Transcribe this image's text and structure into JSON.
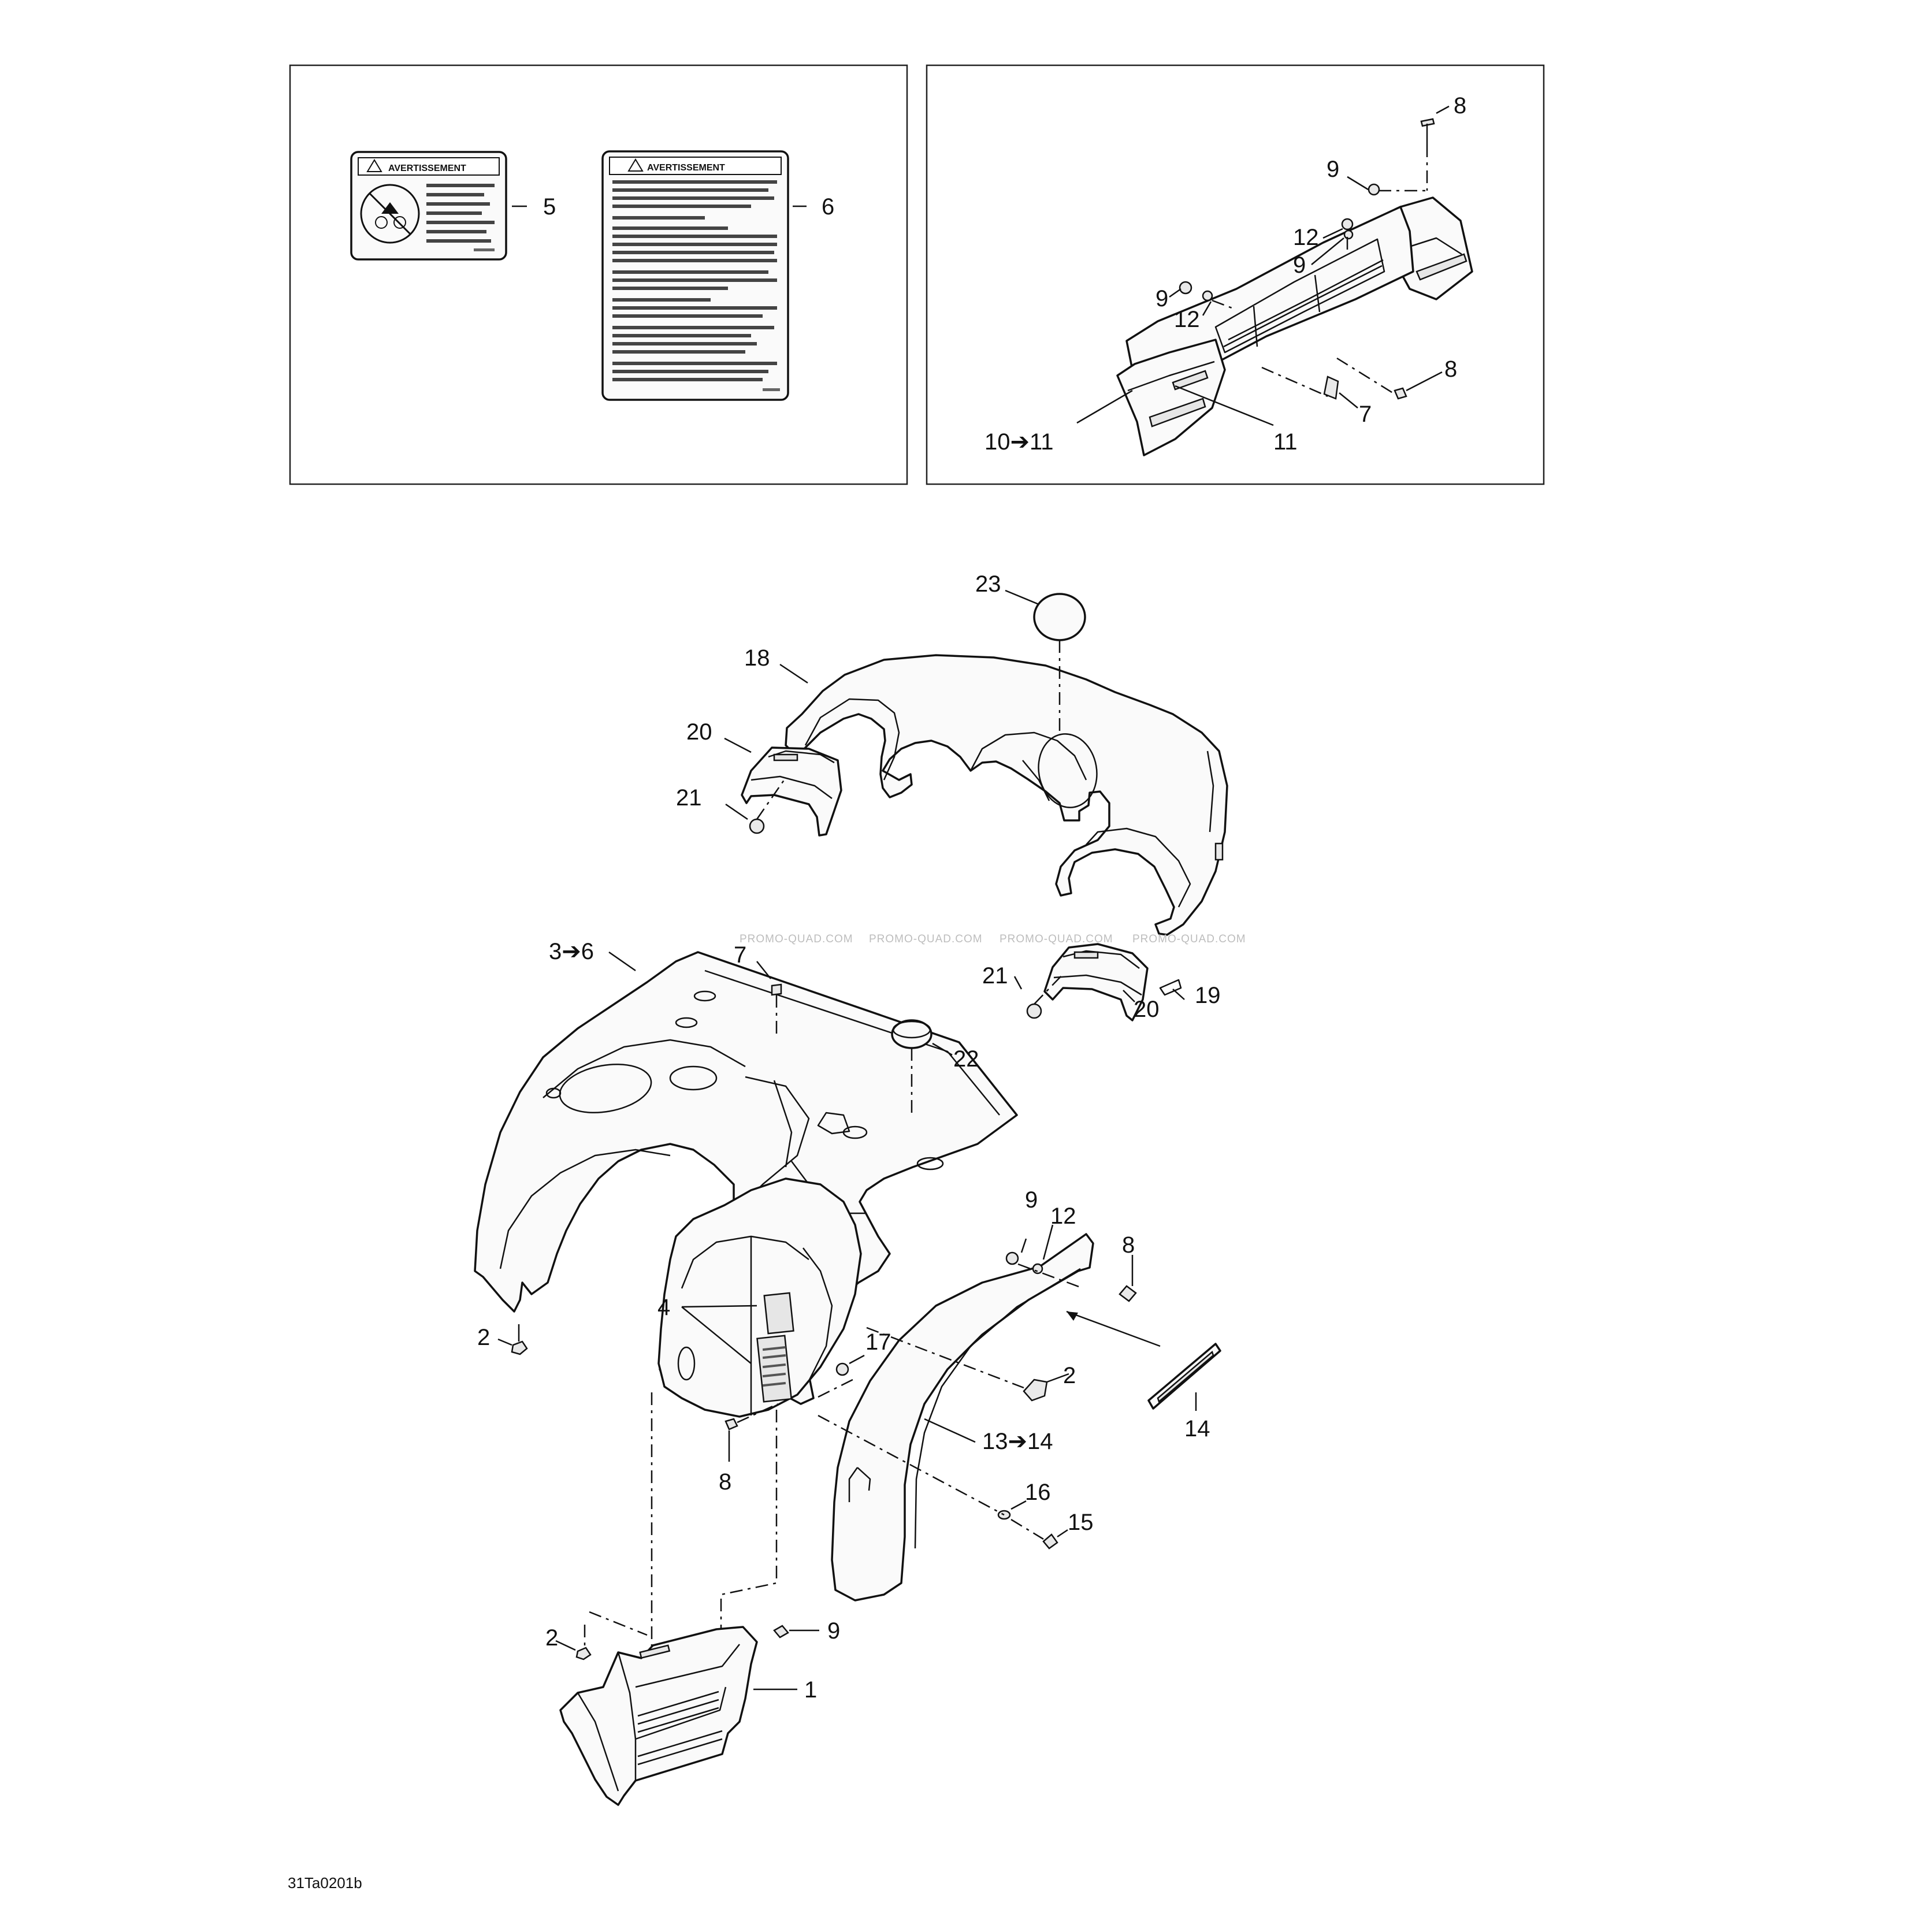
{
  "drawing_code": "31Ta0201b",
  "watermark": "PROMO-QUAD.COM",
  "decals": {
    "small": {
      "title": "AVERTISSEMENT"
    },
    "large": {
      "title": "AVERTISSEMENT"
    }
  },
  "callouts": {
    "p5": "5",
    "p6": "6",
    "p8a": "8",
    "p9a": "9",
    "p12a": "12",
    "p9b": "9",
    "p9c": "9",
    "p12b": "12",
    "p8b": "8",
    "p7a": "7",
    "p11": "11",
    "p10_11": "10➔11",
    "p23": "23",
    "p18": "18",
    "p20a": "20",
    "p21a": "21",
    "p7b": "7",
    "p3_6": "3➔6",
    "p21b": "21",
    "p20b": "20",
    "p19": "19",
    "p22": "22",
    "p9d": "9",
    "p12c": "12",
    "p8c": "8",
    "p4": "4",
    "p2a": "2",
    "p17": "17",
    "p2b": "2",
    "p14": "14",
    "p13_14": "13➔14",
    "p8d": "8",
    "p16": "16",
    "p15": "15",
    "p2c": "2",
    "p9e": "9",
    "p1": "1"
  }
}
